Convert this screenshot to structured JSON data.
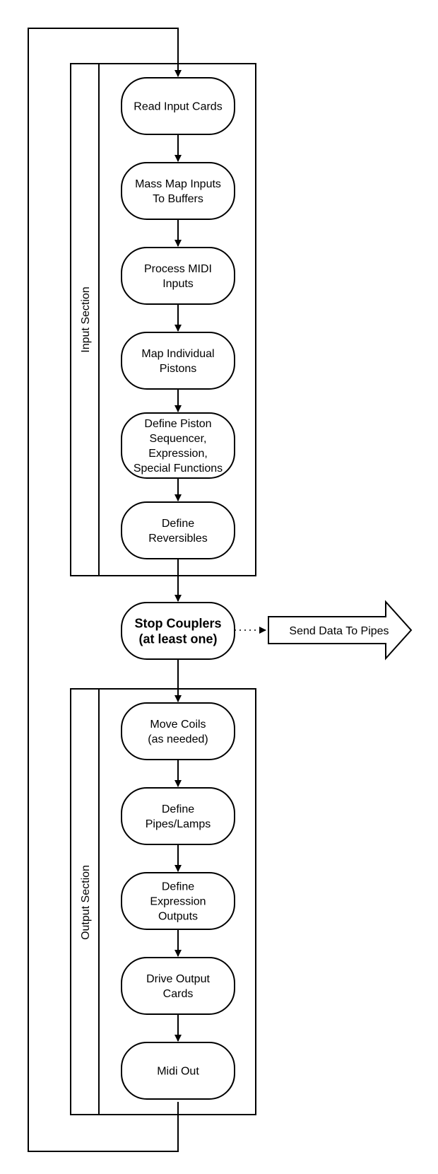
{
  "sections": {
    "input": {
      "label": "Input Section"
    },
    "output": {
      "label": "Output Section"
    }
  },
  "nodes": {
    "read_input_cards": {
      "lines": [
        "Read Input Cards"
      ]
    },
    "mass_map_inputs": {
      "lines": [
        "Mass Map Inputs",
        "To Buffers"
      ]
    },
    "process_midi_inputs": {
      "lines": [
        "Process MIDI",
        "Inputs"
      ]
    },
    "map_individual_pistons": {
      "lines": [
        "Map Individual",
        "Pistons"
      ]
    },
    "define_piston_sequencer": {
      "lines": [
        "Define Piston",
        "Sequencer,",
        "Expression,",
        "Special Functions"
      ]
    },
    "define_reversibles": {
      "lines": [
        "Define",
        "Reversibles"
      ]
    },
    "stop_couplers": {
      "lines": [
        "Stop Couplers",
        "(at least one)"
      ]
    },
    "move_coils": {
      "lines": [
        "Move Coils",
        "(as needed)"
      ]
    },
    "define_pipes_lamps": {
      "lines": [
        "Define",
        "Pipes/Lamps"
      ]
    },
    "define_expression_outputs": {
      "lines": [
        "Define",
        "Expression",
        "Outputs"
      ]
    },
    "drive_output_cards": {
      "lines": [
        "Drive Output",
        "Cards"
      ]
    },
    "midi_out": {
      "lines": [
        "Midi Out"
      ]
    }
  },
  "send_data": {
    "label": "Send Data To Pipes"
  },
  "colors": {
    "stroke": "#000000",
    "fill": "#ffffff"
  }
}
